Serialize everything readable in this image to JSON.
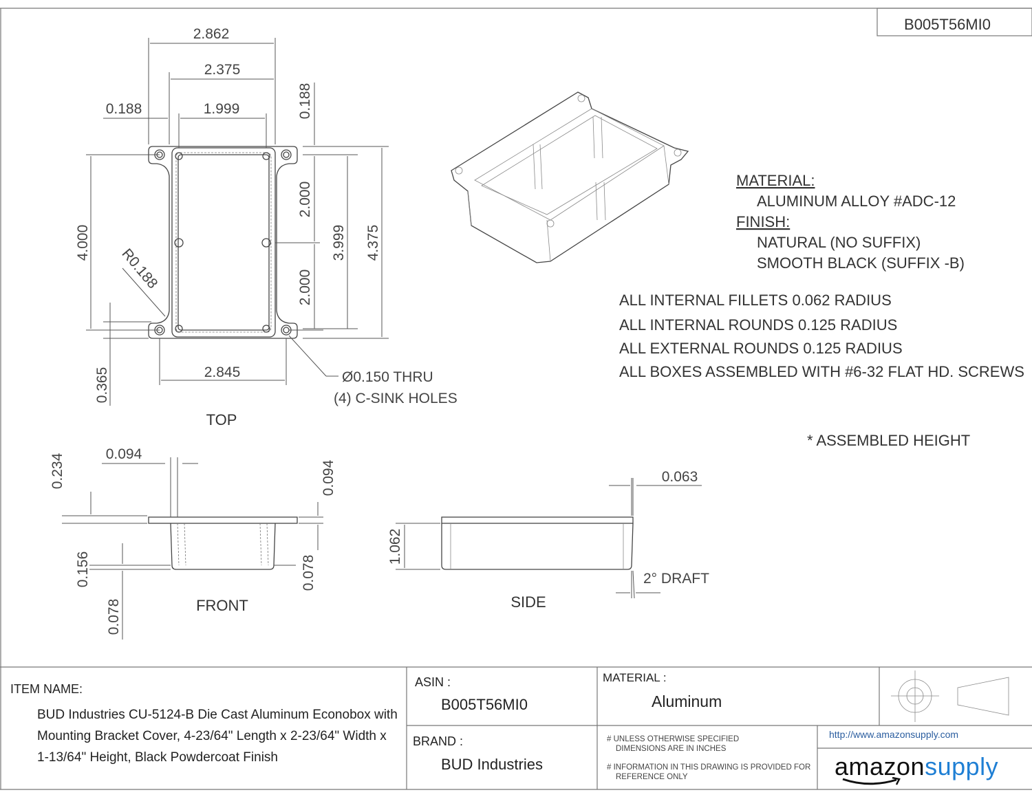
{
  "header": {
    "asin_box": "B005T56MI0"
  },
  "top_view": {
    "label": "TOP",
    "dims": {
      "d2862": "2.862",
      "d2375": "2.375",
      "d0188a": "0.188",
      "d1999": "1.999",
      "d0188b": "0.188",
      "d4000": "4.000",
      "d2000a": "2.000",
      "d2000b": "2.000",
      "d3999": "3.999",
      "d4375": "4.375",
      "r0188": "R0.188",
      "d0365": "0.365",
      "d2845": "2.845"
    },
    "hole_note": [
      "Ø0.150 THRU",
      "(4) C-SINK HOLES"
    ]
  },
  "front_view": {
    "label": "FRONT",
    "dims": {
      "d0234": "0.234",
      "d0094a": "0.094",
      "d0094b": "0.094",
      "d0156": "0.156",
      "d0078a": "0.078",
      "d0078b": "0.078"
    }
  },
  "side_view": {
    "label": "SIDE",
    "dims": {
      "d0063": "0.063",
      "d1062": "1.062",
      "draft": "2° DRAFT"
    }
  },
  "notes": {
    "material_label": "MATERIAL:",
    "material_value": "ALUMINUM ALLOY #ADC-12",
    "finish_label": "FINISH:",
    "finish_values": [
      "NATURAL (NO SUFFIX)",
      "SMOOTH BLACK (SUFFIX -B)"
    ],
    "general": [
      "ALL INTERNAL FILLETS 0.062 RADIUS",
      "ALL INTERNAL ROUNDS 0.125 RADIUS",
      "ALL EXTERNAL ROUNDS 0.125 RADIUS",
      "ALL BOXES ASSEMBLED WITH #6-32 FLAT HD. SCREWS"
    ],
    "assembled": "* ASSEMBLED HEIGHT"
  },
  "title_block": {
    "item_name_label": "ITEM NAME:",
    "item_name_lines": [
      "BUD Industries CU-5124-B Die Cast Aluminum Econobox with",
      "Mounting Bracket Cover, 4-23/64\" Length x 2-23/64\" Width x",
      "1-13/64\" Height, Black Powdercoat Finish"
    ],
    "asin_label": "ASIN :",
    "asin_value": "B005T56MI0",
    "brand_label": "BRAND :",
    "brand_value": "BUD Industries",
    "material_label": "MATERIAL :",
    "material_value": "Aluminum",
    "note1": [
      "# UNLESS OTHERWISE SPECIFIED",
      "DIMENSIONS ARE IN INCHES"
    ],
    "note2": [
      "# INFORMATION IN THIS DRAWING IS PROVIDED FOR",
      "REFERENCE ONLY"
    ],
    "url": "http://www.amazonsupply.com",
    "logo": {
      "part1": "amazon",
      "part2": "supply",
      "color": "#1f7fd4"
    }
  }
}
